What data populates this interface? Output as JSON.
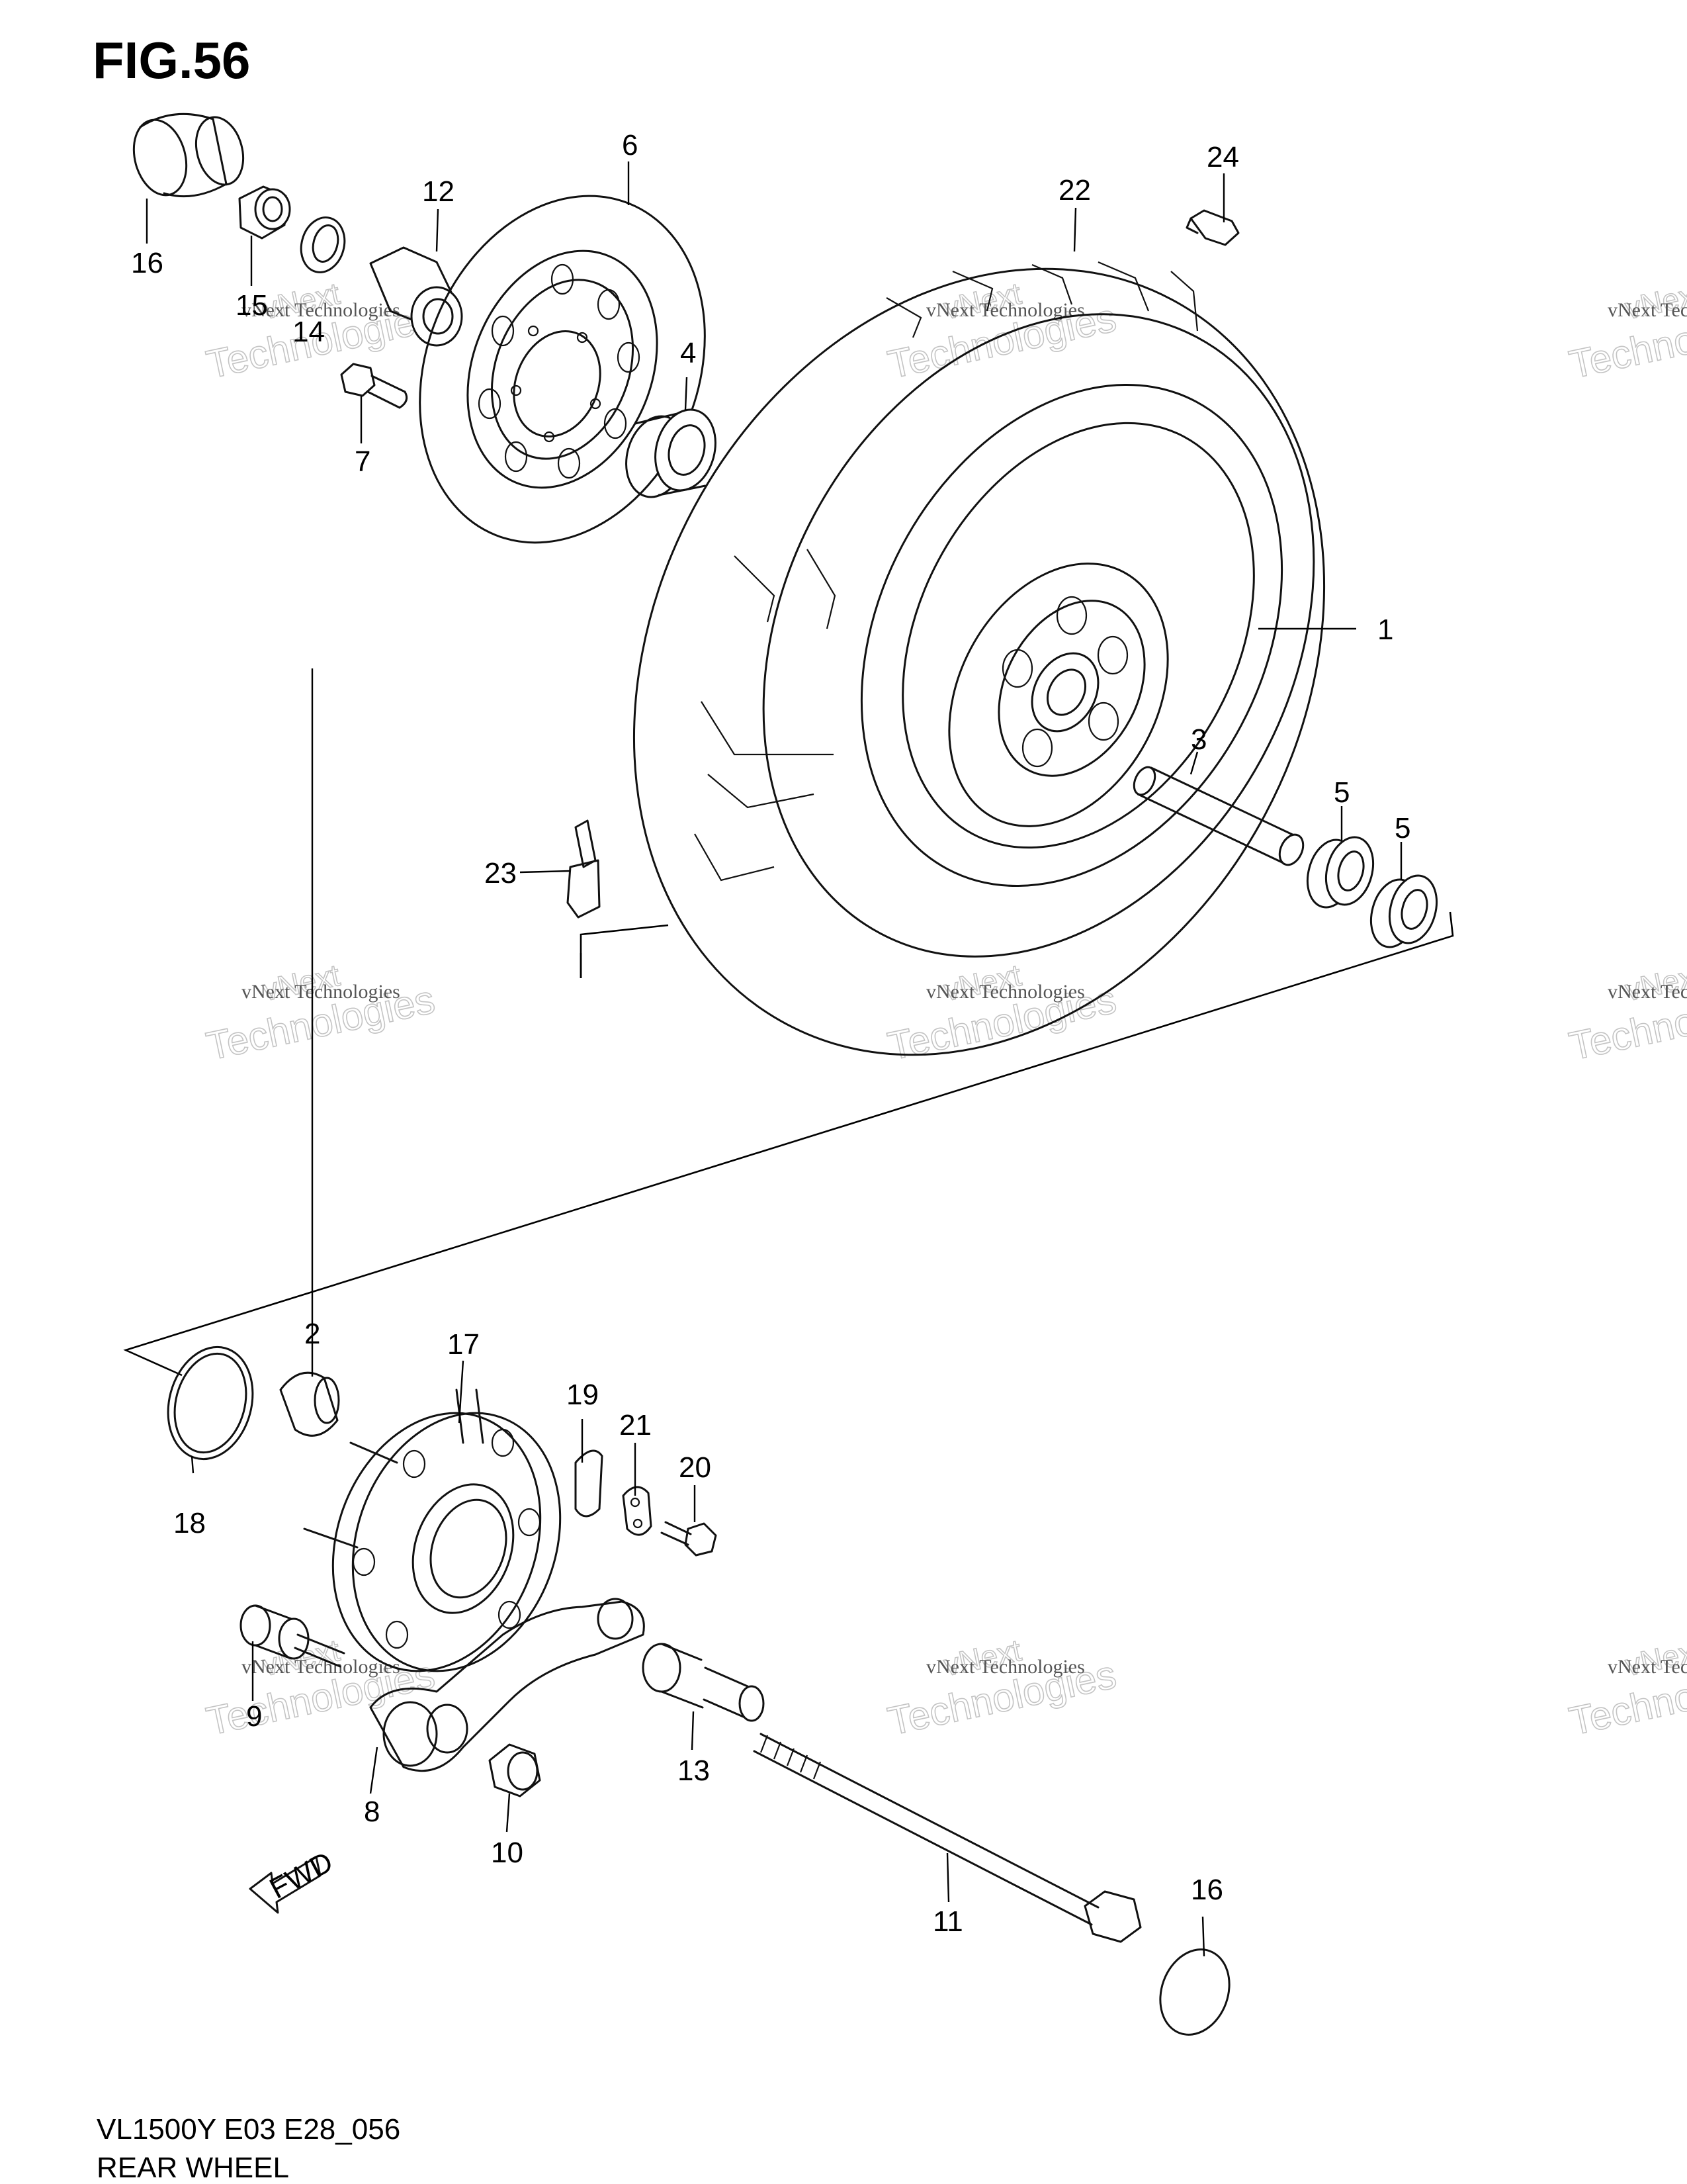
{
  "figure": {
    "title": "FIG.56",
    "code": "VL1500Y E03 E28_056",
    "name": "REAR WHEEL"
  },
  "watermark": {
    "line_main": "vNext Technologies",
    "line_big": "Technologies",
    "line_small": "vNext"
  },
  "callouts": [
    {
      "id": "c1",
      "label": "1"
    },
    {
      "id": "c2",
      "label": "2"
    },
    {
      "id": "c3",
      "label": "3"
    },
    {
      "id": "c4",
      "label": "4"
    },
    {
      "id": "c5a",
      "label": "5"
    },
    {
      "id": "c5b",
      "label": "5"
    },
    {
      "id": "c6",
      "label": "6"
    },
    {
      "id": "c7",
      "label": "7"
    },
    {
      "id": "c8",
      "label": "8"
    },
    {
      "id": "c9",
      "label": "9"
    },
    {
      "id": "c10",
      "label": "10"
    },
    {
      "id": "c11",
      "label": "11"
    },
    {
      "id": "c12",
      "label": "12"
    },
    {
      "id": "c13",
      "label": "13"
    },
    {
      "id": "c14",
      "label": "14"
    },
    {
      "id": "c15",
      "label": "15"
    },
    {
      "id": "c16a",
      "label": "16"
    },
    {
      "id": "c16b",
      "label": "16"
    },
    {
      "id": "c17",
      "label": "17"
    },
    {
      "id": "c18",
      "label": "18"
    },
    {
      "id": "c19",
      "label": "19"
    },
    {
      "id": "c20",
      "label": "20"
    },
    {
      "id": "c21",
      "label": "21"
    },
    {
      "id": "c22",
      "label": "22"
    },
    {
      "id": "c23",
      "label": "23"
    },
    {
      "id": "c24",
      "label": "24"
    }
  ],
  "fwd_arrow": {
    "label": "FWD"
  }
}
